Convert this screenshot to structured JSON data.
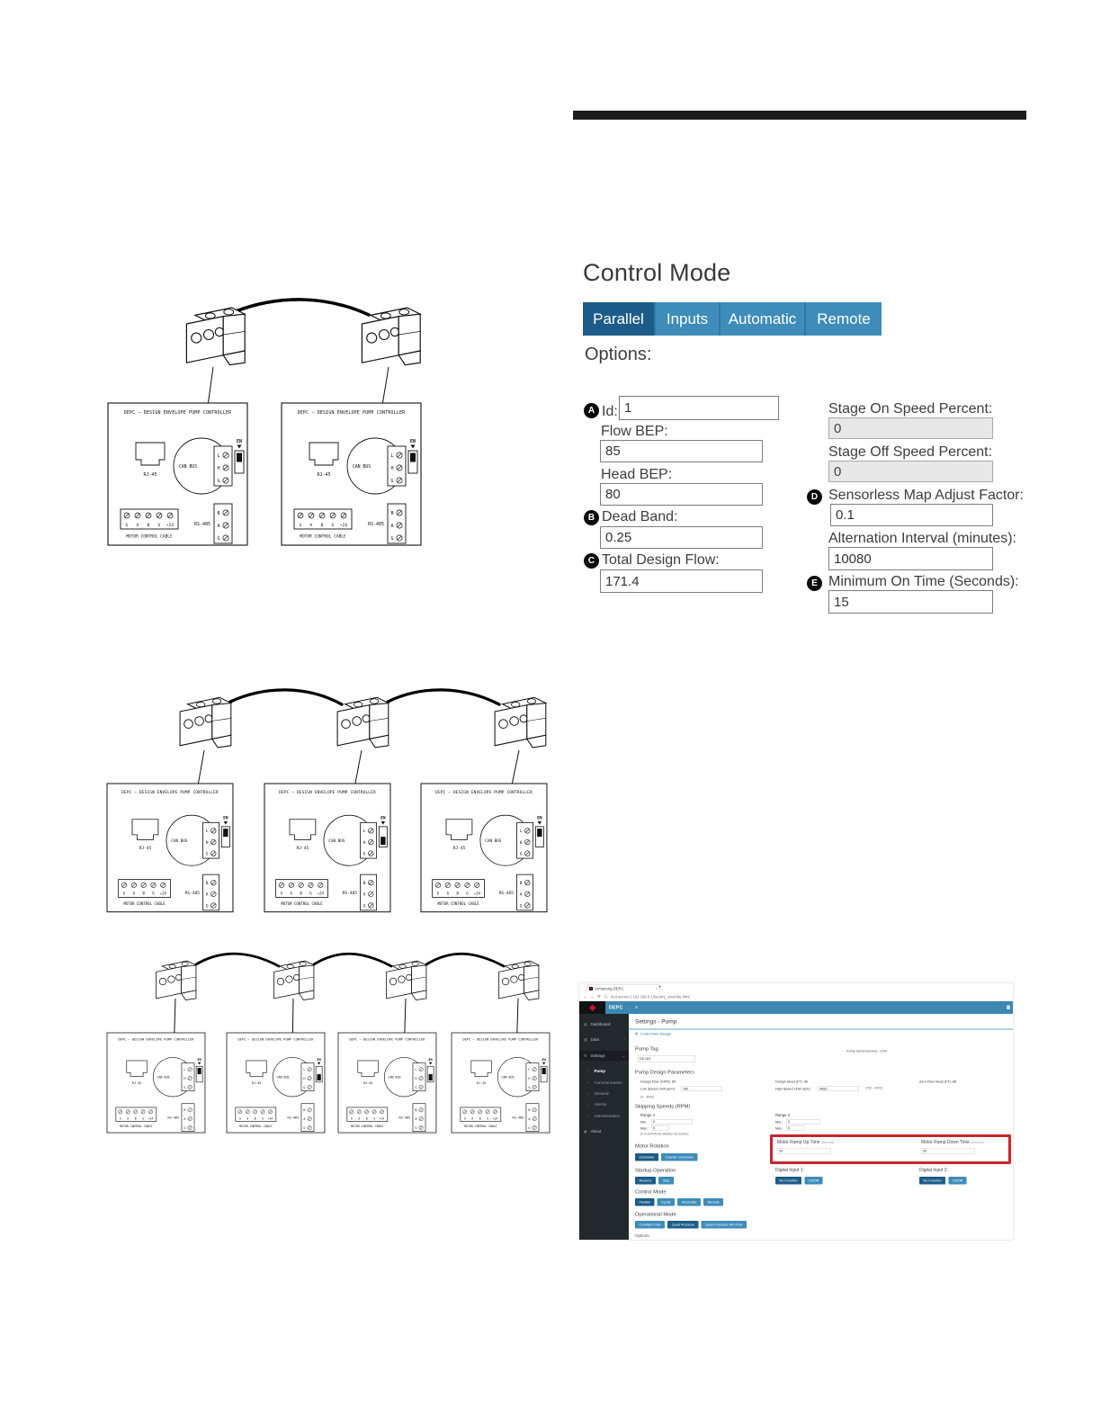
{
  "diagram": {
    "board": {
      "title": "DEPC – DESIGN ENVELOPE PUMP CONTROLLER",
      "rj45_label": "RJ-45",
      "canbus_label": "CAN BUS",
      "can_pins": [
        "L",
        "H",
        "G"
      ],
      "en_label": "EN",
      "rs485_label": "RS-485",
      "rs485_pins": [
        "B",
        "A",
        "G"
      ],
      "motor_pins": [
        "G",
        "A",
        "B",
        "G",
        "+24"
      ],
      "motor_label": "MOTOR CONTROL CABLE"
    },
    "rows": [
      {
        "name": "two-pump-can-daisy-chain",
        "boards": 2,
        "termination": [
          true,
          true
        ]
      },
      {
        "name": "three-pump-can-daisy-chain",
        "boards": 3,
        "termination": [
          true,
          false,
          true
        ]
      },
      {
        "name": "four-pump-can-daisy-chain",
        "boards": 4,
        "termination": [
          true,
          false,
          false,
          true
        ]
      }
    ]
  },
  "control_mode": {
    "title": "Control Mode",
    "tabs": [
      {
        "label": "Parallel",
        "selected": true
      },
      {
        "label": "Inputs",
        "selected": false
      },
      {
        "label": "Automatic",
        "selected": false
      },
      {
        "label": "Remote",
        "selected": false
      }
    ],
    "options_label": "Options:",
    "left_fields": [
      {
        "badge": "A",
        "label": "Id:",
        "value": "1"
      },
      {
        "badge": "",
        "label": "Flow BEP:",
        "value": "85"
      },
      {
        "badge": "",
        "label": "Head BEP:",
        "value": "80"
      },
      {
        "badge": "B",
        "label": "Dead Band:",
        "value": "0.25"
      },
      {
        "badge": "C",
        "label": "Total Design Flow:",
        "value": "171.4"
      }
    ],
    "right_fields": [
      {
        "badge": "",
        "label": "Stage On Speed Percent:",
        "value": "0",
        "disabled": true
      },
      {
        "badge": "",
        "label": "Stage Off Speed Percent:",
        "value": "0",
        "disabled": true
      },
      {
        "badge": "D",
        "label": "Sensorless Map Adjust Factor:",
        "value": "0.1",
        "disabled": false
      },
      {
        "badge": "",
        "label": "Alternation Interval (minutes):",
        "value": "10080",
        "disabled": false
      },
      {
        "badge": "E",
        "label": "Minimum On Time (Seconds):",
        "value": "15",
        "disabled": false
      }
    ]
  },
  "app": {
    "browser": {
      "tab_title": "Armstrong DEPC",
      "close_glyph": "×",
      "new_tab_glyph": "+",
      "back_glyph": "←",
      "forward_glyph": "→",
      "reload_glyph": "⟳",
      "info_glyph": "ⓘ",
      "url": "Not secure | 192.168.0.1/factory_override.html"
    },
    "brand": "DEPC",
    "hamburger_glyph": "≡",
    "sidebar": [
      {
        "label": "Dashboard"
      },
      {
        "label": "Data"
      },
      {
        "label": "Settings"
      },
      {
        "label": "Pump"
      },
      {
        "label": "Communication"
      },
      {
        "label": "General"
      },
      {
        "label": "Alarms"
      },
      {
        "label": "Administration"
      },
      {
        "label": "About"
      }
    ],
    "content": {
      "title": "Settings - Pump",
      "breadcrumb": "Control And Design",
      "pump_tag_label": "Pump Tag",
      "pump_tag_value": "DE-001",
      "serial": "Pump Serial Number: 1234",
      "design_title": "Pump Design Parameters",
      "design_flow": "Design Flow (GPM): 85",
      "design_head": "Design Head (FT): 80",
      "zero_flow_head": "Zero Flow Head (FT): 88",
      "low_speed_label": "Low Speed Limit (rpm):",
      "low_speed_value": "760",
      "low_speed_range": "(0 - 4000)",
      "high_speed_label": "High Speed Limit (rpm):",
      "high_speed_value": "4000",
      "high_speed_range": "(760 - 4000)",
      "skipping_title": "Skipping Speeds (RPM)",
      "range1_label": "Range 1",
      "range2_label": "Range 2",
      "min_label": "Min.:",
      "max_label": "Max.:",
      "min_value": "0",
      "max_value": "0",
      "skipping_note": "(0 on both fields disables the feature)",
      "motor_rotation_title": "Motor Rotation",
      "rotation_buttons": [
        "Clockwise",
        "Counter Clockwise"
      ],
      "ramp_up_label": "Motor Ramp Up Time",
      "ramp_unit": "(seconds)",
      "ramp_up_value": "30",
      "ramp_down_label": "Motor Ramp Down Time",
      "ramp_down_value": "30",
      "startup_title": "Startup Operation",
      "startup_buttons": [
        "Resume",
        "Stop"
      ],
      "di1_label": "Digital Input 1:",
      "di2_label": "Digital Input 2:",
      "di_buttons": [
        "No Function",
        "On/Off"
      ],
      "control_mode_title": "Control Mode",
      "control_mode_buttons": [
        "Parallel",
        "Inputs",
        "Automatic",
        "Remote"
      ],
      "operational_title": "Operational Mode",
      "operational_buttons": [
        "Constant Flow",
        "Quad Pressure",
        "Quad Pressure Min Flow"
      ],
      "options_label": "Options:"
    }
  }
}
